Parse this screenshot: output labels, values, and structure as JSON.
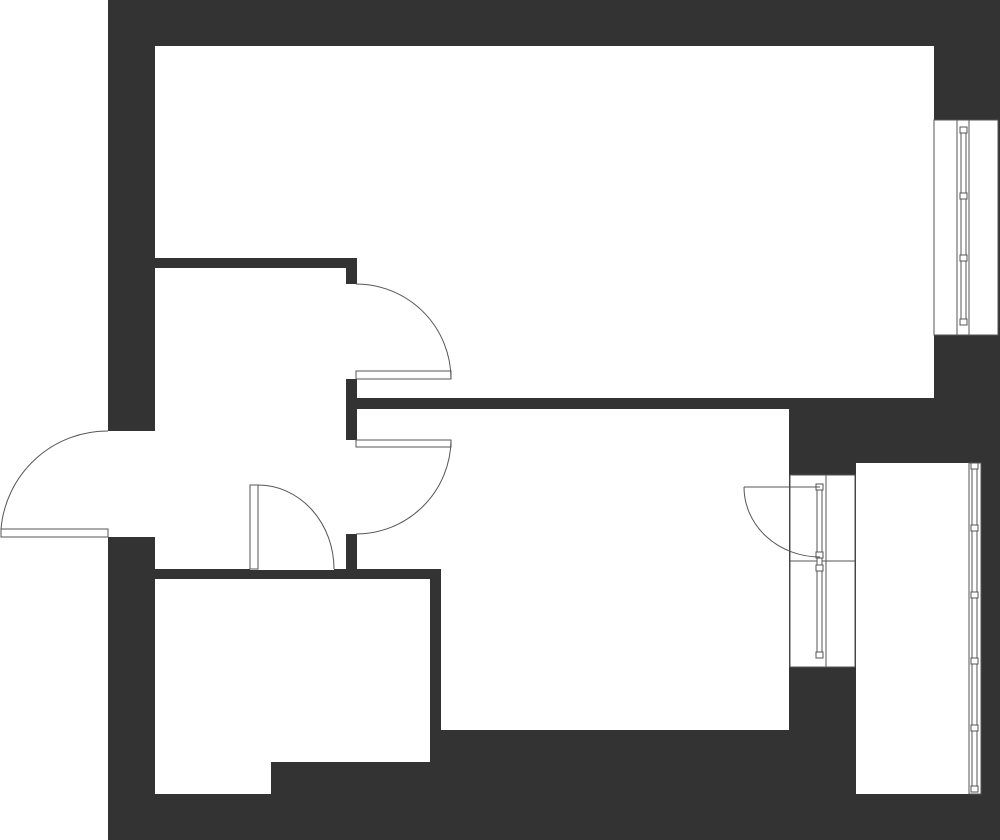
{
  "colors": {
    "wall": "#333333",
    "background": "#ffffff",
    "line": "#555555"
  },
  "plan": {
    "rooms": [
      {
        "id": "living-room"
      },
      {
        "id": "hallway"
      },
      {
        "id": "bedroom"
      },
      {
        "id": "bathroom"
      },
      {
        "id": "balcony"
      }
    ],
    "doors": [
      {
        "id": "entrance-door"
      },
      {
        "id": "living-room-door"
      },
      {
        "id": "bedroom-door"
      },
      {
        "id": "bathroom-door"
      },
      {
        "id": "balcony-door"
      }
    ],
    "windows": [
      {
        "id": "living-room-window"
      },
      {
        "id": "bedroom-window"
      },
      {
        "id": "balcony-glazing"
      }
    ]
  }
}
